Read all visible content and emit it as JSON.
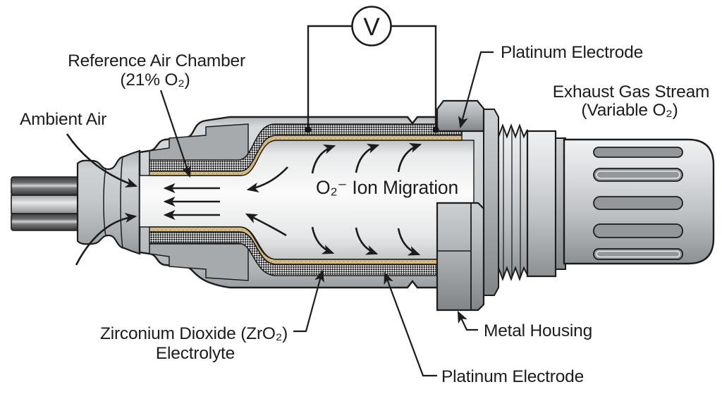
{
  "colors": {
    "background": "#ffffff",
    "outline": "#1c1c1c",
    "text": "#1c1c1c",
    "electrolyte_tan": "#d8bd84",
    "metal_mid": "#c3c6c8",
    "metal_dark": "#8f9294",
    "wire_dark": "#45474a"
  },
  "labels": {
    "voltmeter": "V",
    "reference_air_chamber_line1": "Reference Air Chamber",
    "reference_air_chamber_line2": "(21% O₂)",
    "ambient_air": "Ambient Air",
    "platinum_electrode_top": "Platinum Electrode",
    "exhaust_gas_stream_line1": "Exhaust Gas Stream",
    "exhaust_gas_stream_line2": "(Variable O₂)",
    "ion_migration": "O₂⁻ Ion Migration",
    "zirconium_line1": "Zirconium Dioxide (ZrO₂)",
    "zirconium_line2": "Electrolyte",
    "metal_housing": "Metal Housing",
    "platinum_electrode_bottom": "Platinum Electrode"
  }
}
